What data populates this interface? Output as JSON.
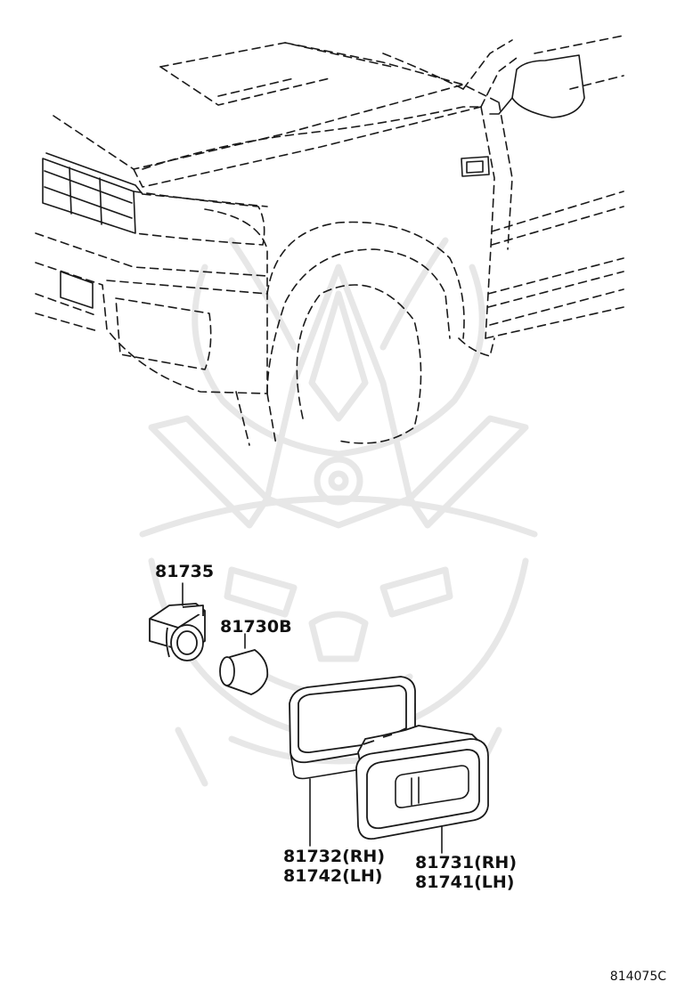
{
  "callouts": {
    "socket": "81735",
    "bulb": "81730B",
    "gasket_rh": "81732(RH)",
    "gasket_lh": "81742(LH)",
    "lamp_rh": "81731(RH)",
    "lamp_lh": "81741(LH)"
  },
  "diagram_code": "814075C",
  "colors": {
    "line": "#1a1a1a",
    "watermark": "#e7e7e7",
    "background": "#ffffff"
  },
  "icons": {
    "watermark": "samurai-helmet-logo"
  }
}
